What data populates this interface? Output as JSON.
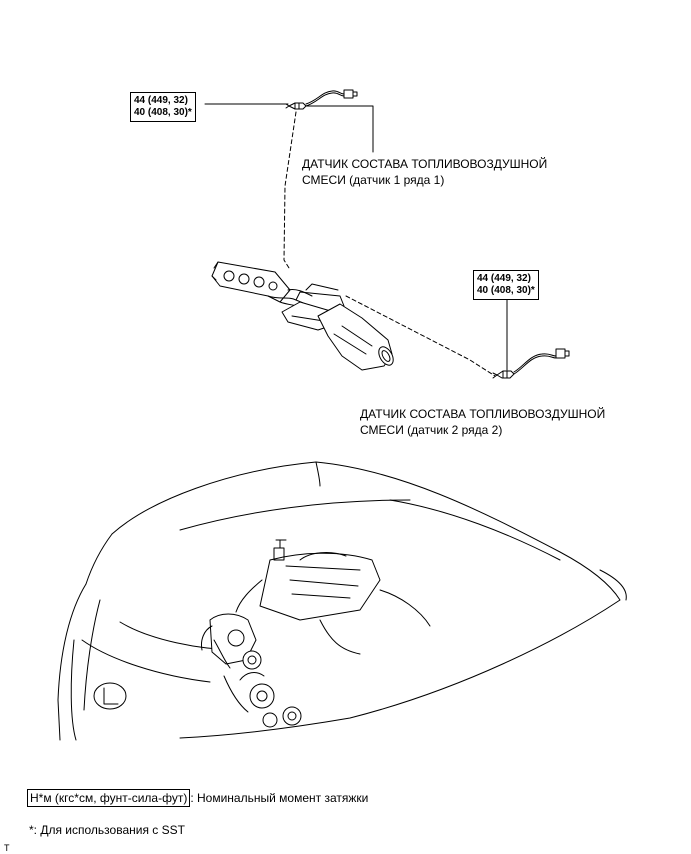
{
  "torque_spec_1": {
    "line1": "44 (449, 32)",
    "line2": "40 (408, 30)*"
  },
  "torque_spec_2": {
    "line1": "44 (449, 32)",
    "line2": "40 (408, 30)*"
  },
  "sensor_1": {
    "line1": "ДАТЧИК СОСТАВА ТОПЛИВОВОЗДУШНОЙ",
    "line2": "СМЕСИ (датчик 1 ряда 1)"
  },
  "sensor_2": {
    "line1": "ДАТЧИК СОСТАВА ТОПЛИВОВОЗДУШНОЙ",
    "line2": "СМЕСИ (датчик 2 ряда 2)"
  },
  "legend": {
    "unit": "Н*м (кгс*см, фунт-сила-фут)",
    "description": ": Номинальный момент затяжки"
  },
  "footnote": "*: Для использования с SST",
  "corner_mark": "T"
}
